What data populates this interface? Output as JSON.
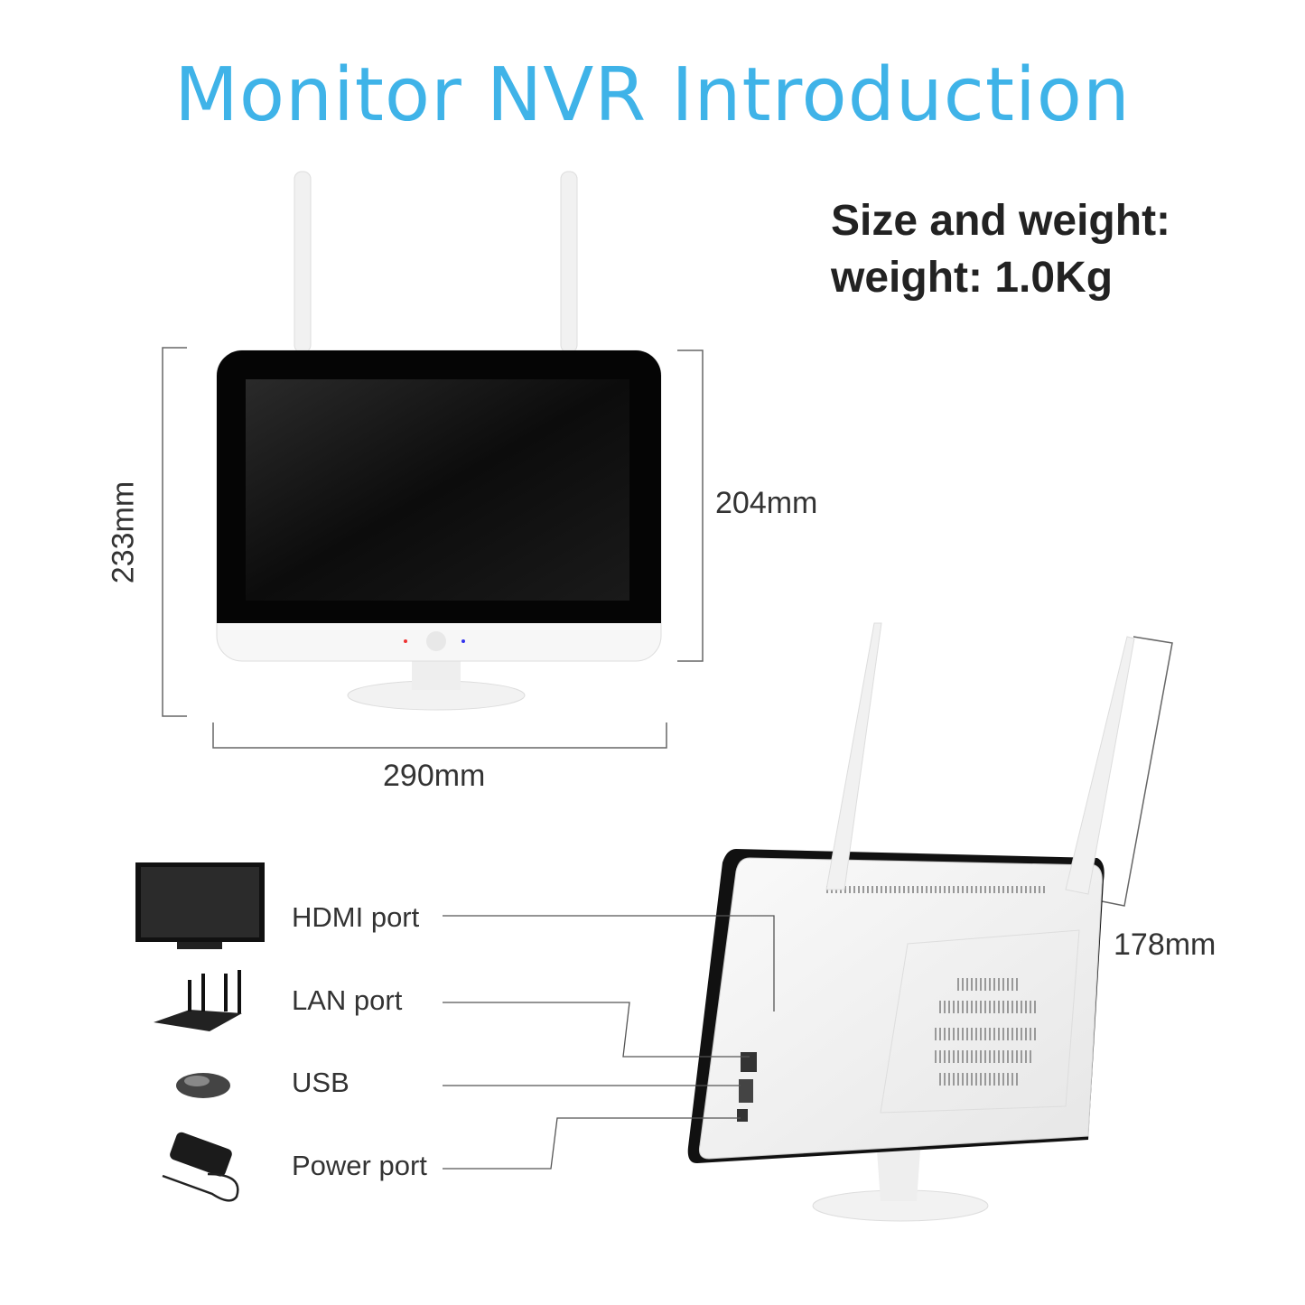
{
  "title": "Monitor NVR Introduction",
  "specs": {
    "heading": "Size and weight:",
    "weight": "weight: 1.0Kg"
  },
  "dimensions": {
    "height_total": "233mm",
    "height_screen": "204mm",
    "width": "290mm",
    "depth_antenna": "178mm"
  },
  "ports": [
    {
      "label": "HDMI port",
      "icon": "monitor-icon"
    },
    {
      "label": "LAN port",
      "icon": "router-icon"
    },
    {
      "label": "USB",
      "icon": "mouse-icon"
    },
    {
      "label": "Power port",
      "icon": "power-adapter-icon"
    }
  ],
  "colors": {
    "title": "#3fb3e8",
    "text": "#222222"
  }
}
